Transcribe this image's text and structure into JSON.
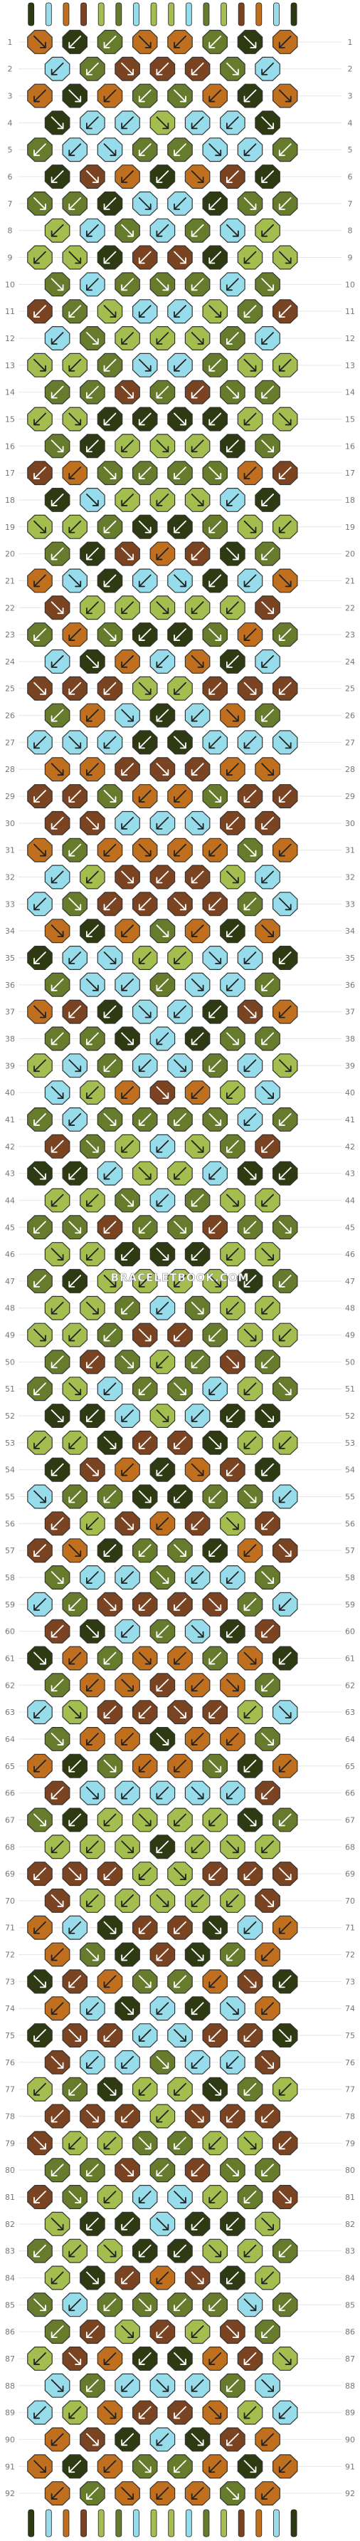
{
  "title": "",
  "watermark": "BRACELETBOOK.COM",
  "rows": 92,
  "strings": 16,
  "colors": {
    "A": "#2e3a12",
    "B": "#bf6f1e",
    "C": "#7a4322",
    "D": "#a3bd4f",
    "E": "#667c2c",
    "F": "#96dcea"
  },
  "string_order": [
    "A",
    "F",
    "B",
    "C",
    "D",
    "E",
    "F",
    "D",
    "D",
    "F",
    "E",
    "D",
    "C",
    "B",
    "F",
    "A"
  ],
  "pattern": [
    "A",
    "B",
    "C",
    "E",
    "F",
    "F",
    "E",
    "C",
    "A",
    "F",
    "D",
    "E",
    "D",
    "D",
    "E",
    "D",
    "C",
    "D",
    "D",
    "D",
    "A",
    "E",
    "E",
    "E",
    "D",
    "A",
    "D",
    "C",
    "F",
    "A",
    "F",
    "F",
    "D",
    "E",
    "C",
    "D",
    "E",
    "C",
    "E",
    "B",
    "B",
    "F",
    "B",
    "A",
    "A",
    "C",
    "F",
    "A",
    "F",
    "B",
    "A",
    "E",
    "E",
    "F",
    "E",
    "F",
    "C",
    "B",
    "D",
    "B",
    "E",
    "C",
    "B",
    "C",
    "B",
    "A",
    "F",
    "A",
    "C",
    "C",
    "D",
    "F",
    "E",
    "E",
    "C",
    "D",
    "F",
    "B",
    "B",
    "C",
    "D",
    "A",
    "E",
    "F",
    "D",
    "A",
    "B",
    "A",
    "A",
    "D",
    "C",
    "F",
    "C",
    "C",
    "D",
    "C"
  ]
}
